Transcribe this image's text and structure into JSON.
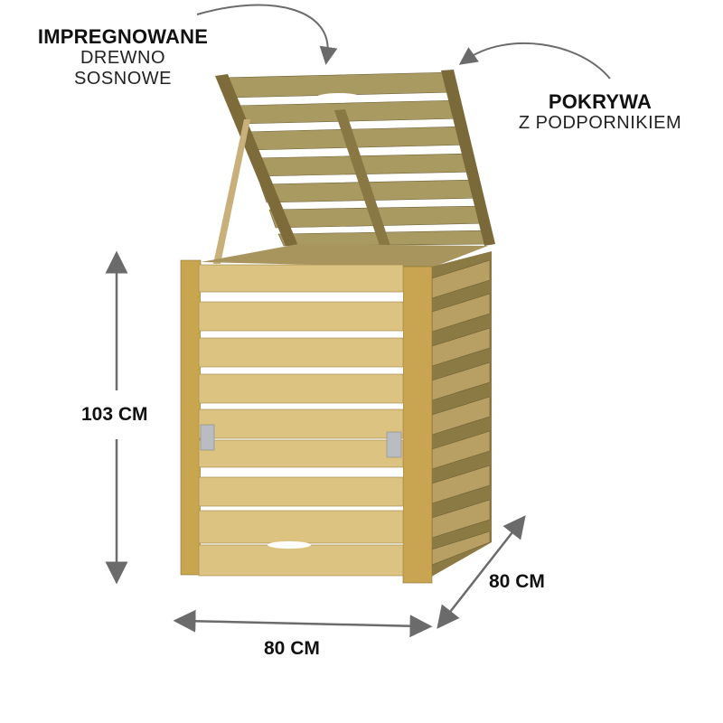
{
  "annotations": {
    "material": {
      "title": "IMPREGNOWANE",
      "line2": "DREWNO",
      "line3": "SOSNOWE"
    },
    "lid": {
      "title": "POKRYWA",
      "subtitle": "Z PODPORNIKIEM"
    }
  },
  "dimensions": {
    "height": "103 CM",
    "width": "80 CM",
    "depth": "80 CM"
  },
  "colors": {
    "arrow": "#6b6b6b",
    "wood_light": "#d9bf7a",
    "wood_mid": "#bfa05a",
    "wood_dark": "#8a7440",
    "wood_shadow": "#5e5330",
    "hinge": "#b9bcc0"
  }
}
